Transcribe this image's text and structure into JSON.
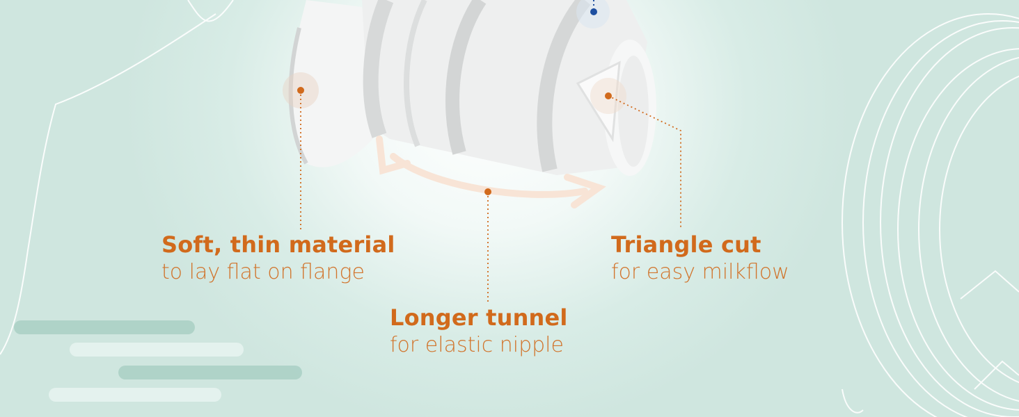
{
  "callouts": {
    "soft": {
      "title": "Soft, thin material",
      "sub": "to lay flat on flange"
    },
    "tunnel": {
      "title": "Longer tunnel",
      "sub": "for elastic nipple"
    },
    "triangle": {
      "title": "Triangle cut",
      "sub": "for easy milkflow"
    }
  },
  "colors": {
    "accent": "#d16a1c",
    "background": "#cfe6df",
    "blue_dot": "#1e4fa0"
  }
}
